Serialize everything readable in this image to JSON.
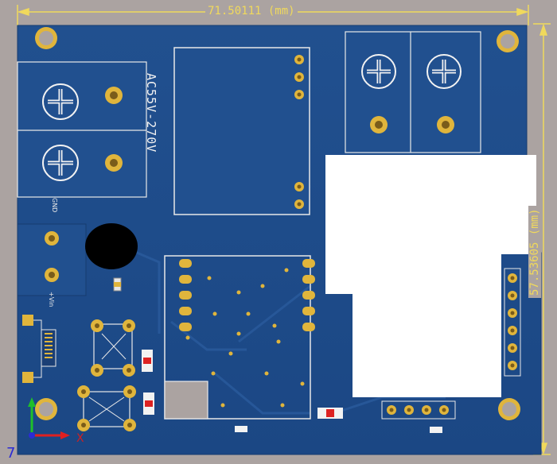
{
  "view": {
    "title": "PCB 3D view",
    "background_color": "#aba3a1",
    "board_color": "#1e4b8c",
    "copper_color": "#e0b53c",
    "dimension_color": "#f0d95c"
  },
  "dimensions": {
    "width_label": "71.50111 (mm)",
    "height_label": "57.53605 (mm)"
  },
  "silkscreen": {
    "voltage": "AC55V-270V",
    "gnd": "GND",
    "vin": "+Vin"
  },
  "axes": {
    "z_label": "7",
    "x_label": "X"
  },
  "icons": {
    "terminal_screw": "screw-head-icon",
    "mounting_hole": "mounting-hole-icon",
    "axis_gizmo": "axis-gizmo-icon"
  }
}
